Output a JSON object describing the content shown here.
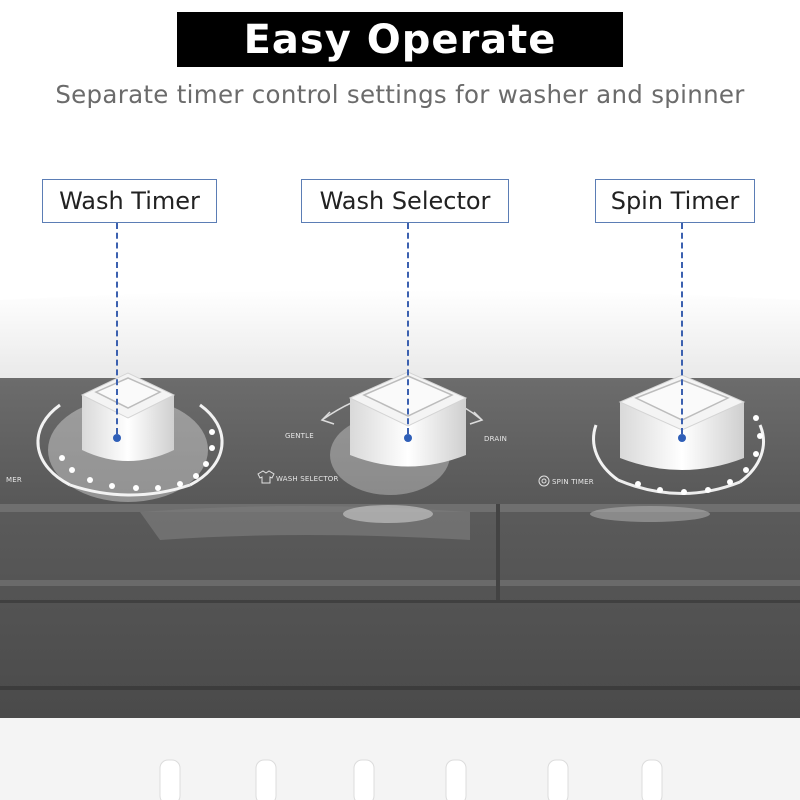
{
  "header": {
    "title": "Easy Operate",
    "subtitle": "Separate timer control settings for washer and spinner"
  },
  "callouts": [
    {
      "label": "Wash Timer"
    },
    {
      "label": "Wash Selector"
    },
    {
      "label": "Spin Timer"
    }
  ],
  "panel": {
    "left_edge_label": "MER",
    "gentle_label": "GENTLE",
    "drain_label": "DRAIN",
    "wash_selector_label": "WASH SELECTOR",
    "spin_timer_label": "SPIN TIMER"
  },
  "colors": {
    "panel": "#5e5e5e",
    "callout_line": "#3c61b0",
    "callout_border": "#5b7db5"
  }
}
